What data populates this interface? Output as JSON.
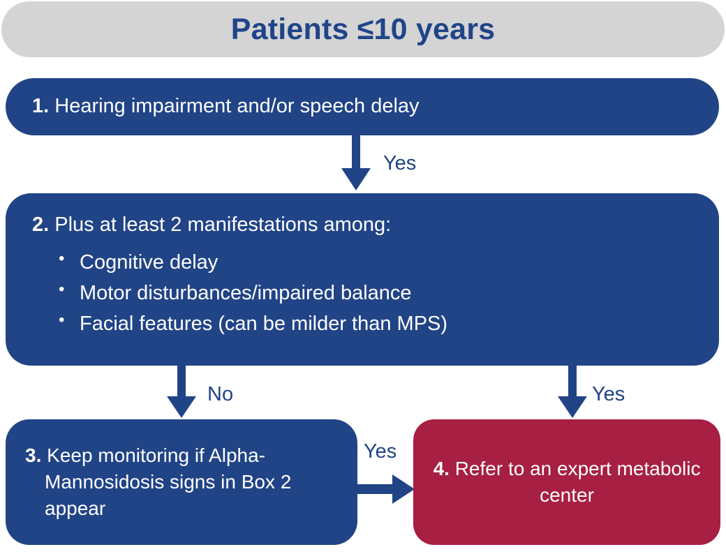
{
  "header": {
    "title": "Patients ≤10 years",
    "background_color": "#d4d4d4",
    "text_color": "#1f4488"
  },
  "colors": {
    "navy": "#214486",
    "crimson": "#a71f42",
    "gray": "#d4d4d4",
    "white": "#ffffff"
  },
  "boxes": {
    "box1": {
      "number": "1.",
      "text": " Hearing impairment and/or speech delay",
      "color": "#214486"
    },
    "box2": {
      "number": "2.",
      "lead": " Plus at least 2 manifestations among:",
      "bullets": [
        "Cognitive delay",
        "Motor disturbances/impaired balance",
        "Facial features (can be milder than MPS)"
      ],
      "color": "#214486"
    },
    "box3": {
      "number": "3.",
      "text": " Keep monitoring if Alpha-Mannosidosis signs in Box 2 appear",
      "color": "#214486"
    },
    "box4": {
      "number": "4.",
      "text": " Refer to an expert metabolic center",
      "color": "#a71f42"
    }
  },
  "connectors": {
    "box1_to_box2": {
      "label": "Yes",
      "direction": "down"
    },
    "box2_to_box3": {
      "label": "No",
      "direction": "down"
    },
    "box2_to_box4": {
      "label": "Yes",
      "direction": "down"
    },
    "box3_to_box4": {
      "label": "Yes",
      "direction": "right"
    }
  }
}
